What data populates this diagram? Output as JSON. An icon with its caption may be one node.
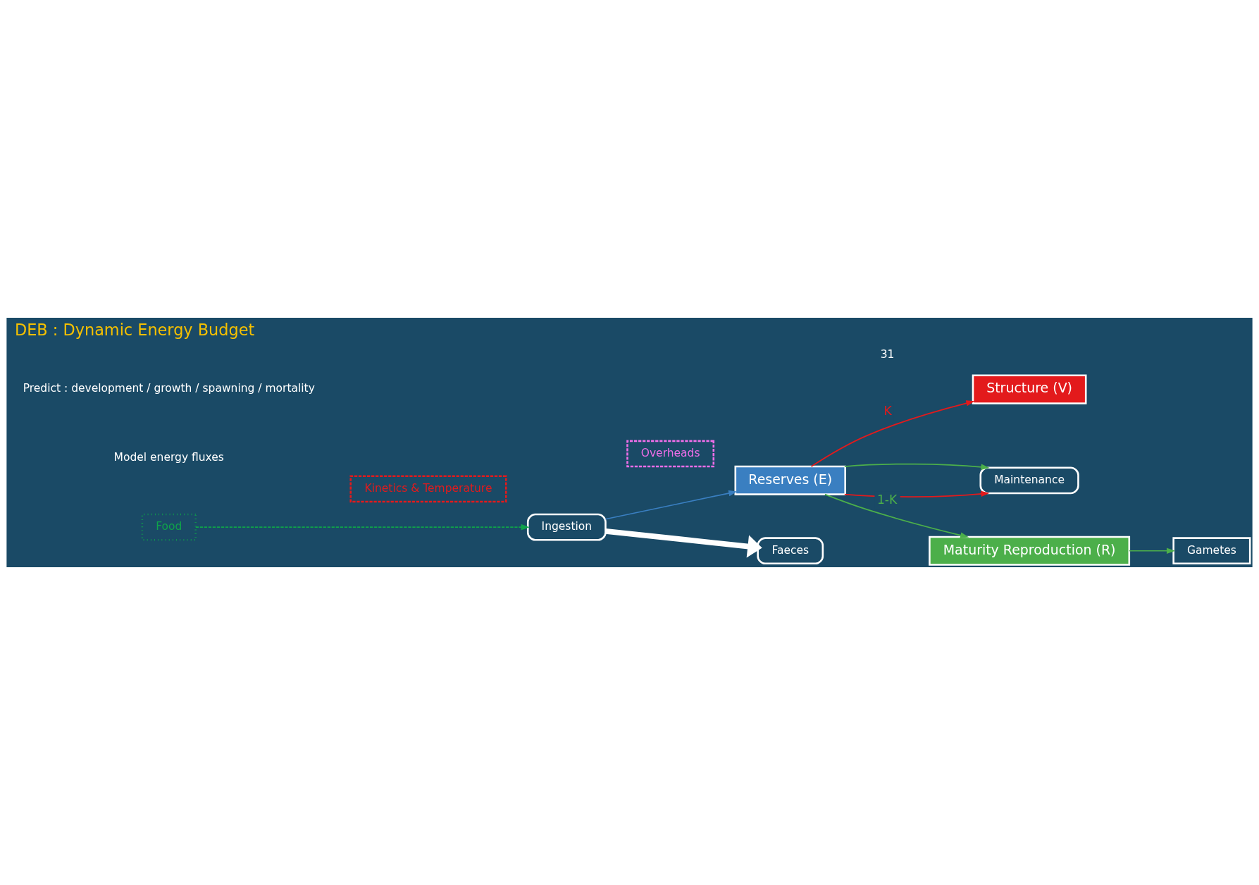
{
  "diagram": {
    "title": "DEB : Dynamic Energy Budget",
    "nodes": [
      {
        "text": [
          "Ingestion"
        ]
      },
      {
        "text": [
          "Reserves (E)"
        ]
      },
      {
        "text": [
          "Faeces"
        ]
      },
      {
        "text": [
          "Structure (V)"
        ]
      },
      {
        "text": [
          "Maintenance"
        ]
      },
      {
        "text": [
          "Maturity Reproduction (R)"
        ]
      },
      {
        "text": [
          "Gametes"
        ]
      },
      {
        "text": [
          "Food"
        ]
      },
      {
        "text": [
          "Kinetics & Temperature"
        ]
      },
      {
        "text": [
          "Overheads"
        ]
      }
    ],
    "edges": [
      {
        "from": 0,
        "to": 1,
        "arrow": "to",
        "color": "#3a7fc1"
      },
      {
        "from": 0,
        "to": 2,
        "arrow": "to",
        "style": "thick",
        "color": "#ffffff"
      },
      {
        "from": 1,
        "to": 3,
        "arrow": "to",
        "label": "K",
        "color": "#e31a1c"
      },
      {
        "from": 1,
        "to": 4,
        "arrow": "to",
        "color": "#e31a1c"
      },
      {
        "from": 1,
        "to": 4,
        "arrow": "to",
        "color": "#4caf4a"
      },
      {
        "from": 1,
        "to": 5,
        "arrow": "to",
        "label": "1-K",
        "color": "#4caf4a"
      },
      {
        "from": 5,
        "to": 6,
        "arrow": "to",
        "color": "#4caf4a"
      },
      {
        "from": 7,
        "to": 0,
        "arrow": "to",
        "style": "dashed",
        "color": "#0fa34a"
      }
    ],
    "labels": [
      "Model energy fluxes",
      "Predict : development / growth / spawning / mortality",
      "31"
    ]
  }
}
